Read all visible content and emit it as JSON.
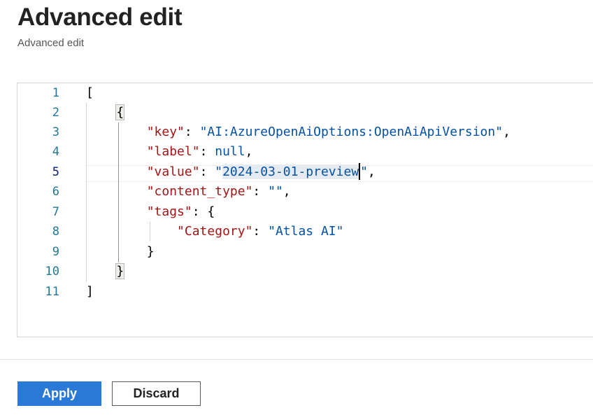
{
  "page": {
    "title": "Advanced edit",
    "subtitle": "Advanced edit"
  },
  "editor": {
    "lines": [
      {
        "number": "1"
      },
      {
        "number": "2"
      },
      {
        "number": "3"
      },
      {
        "number": "4"
      },
      {
        "number": "5"
      },
      {
        "number": "6"
      },
      {
        "number": "7"
      },
      {
        "number": "8"
      },
      {
        "number": "9"
      },
      {
        "number": "10"
      },
      {
        "number": "11"
      }
    ],
    "tokens": {
      "open_array": "[",
      "open_object": "{",
      "key_key": "\"key\"",
      "key_value": "\"AI:AzureOpenAiOptions:OpenAiApiVersion\"",
      "label_key": "\"label\"",
      "label_value": "null",
      "value_key": "\"value\"",
      "value_quote_open": "\"",
      "value_value_selected": "2024-03-01-preview",
      "value_quote_close": "\"",
      "content_type_key": "\"content_type\"",
      "content_type_value": "\"\"",
      "tags_key": "\"tags\"",
      "tags_open": "{",
      "category_key": "\"Category\"",
      "category_value": "\"Atlas AI\"",
      "tags_close": "}",
      "close_object": "}",
      "close_array": "]",
      "colon": ": ",
      "comma": ","
    },
    "active_line": "5"
  },
  "actions": {
    "apply_label": "Apply",
    "discard_label": "Discard"
  },
  "colors": {
    "accent": "#2b79d7",
    "json_key": "#a31515",
    "json_string": "#0451a5",
    "line_number": "#237893"
  }
}
